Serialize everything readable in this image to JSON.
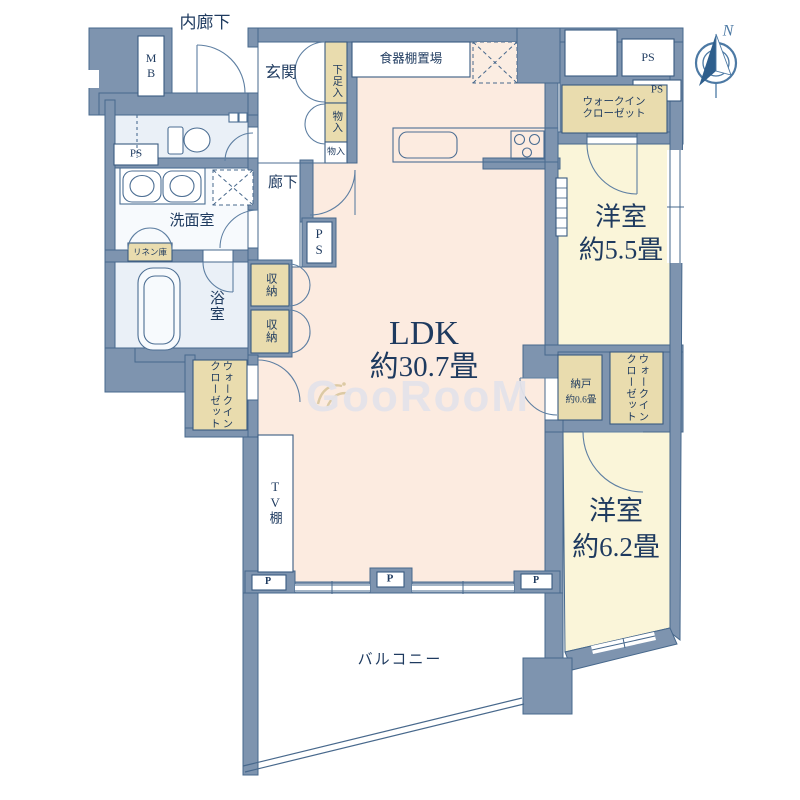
{
  "meta": {
    "type": "floor-plan",
    "watermark_text": "GooRooM"
  },
  "compass": {
    "north_label": "N"
  },
  "watermark": {
    "logo_text": "GooRooM"
  },
  "corridor_top": {
    "label": "内廊下"
  },
  "rooms": {
    "ldk": {
      "name": "LDK",
      "size": "約30.7畳"
    },
    "western_5_5": {
      "name": "洋室",
      "size": "約5.5畳"
    },
    "western_6_2": {
      "name": "洋室",
      "size": "約6.2畳"
    },
    "nando": {
      "name": "納戸",
      "size": "約0.6畳"
    },
    "genkan": {
      "label": "玄関"
    },
    "rouka": {
      "label": "廊下"
    },
    "senmenshitsu": {
      "label": "洗面室"
    },
    "yokushitsu": {
      "label": "浴室"
    },
    "balcony": {
      "label": "バルコニー"
    }
  },
  "storage": {
    "shoe_box": {
      "label": "下足入"
    },
    "mono_1": {
      "label": "物入"
    },
    "mono_2": {
      "label": "物入"
    },
    "dish_shelf": {
      "label": "食器棚置場"
    },
    "linen": {
      "label": "リネン庫"
    },
    "shuno_1": {
      "label": "収納"
    },
    "shuno_2": {
      "label": "収納"
    },
    "wic_top_right": {
      "label": "ウォークイン\nクローゼット"
    },
    "wic_right": {
      "label": "ウォークイン\nクローゼット"
    },
    "wic_left": {
      "label": "ウォークイン\nクローゼット"
    },
    "tv_shelf": {
      "label": "TV棚"
    }
  },
  "utilities": {
    "mb": {
      "label": "MB"
    },
    "ps_left": {
      "label": "PS"
    },
    "ps_center": {
      "label": "PS"
    },
    "ps_top_1": {
      "label": "PS"
    },
    "ps_top_2": {
      "label": "PS"
    },
    "pillar_1": {
      "label": "P"
    },
    "pillar_2": {
      "label": "P"
    },
    "pillar_3": {
      "label": "P"
    }
  },
  "colors": {
    "wall": "#7E94AF",
    "outline": "#47688C",
    "ldk_floor": "#FCEBE0",
    "tatami_room": "#FAF5D9",
    "closet": "#E9DCAE",
    "wet_area": "#EAF0F7",
    "text": "#1E3A5F",
    "watermark": "#E4E3E9",
    "logo_gold": "#C9A64D",
    "compass": "#4C79A4"
  }
}
